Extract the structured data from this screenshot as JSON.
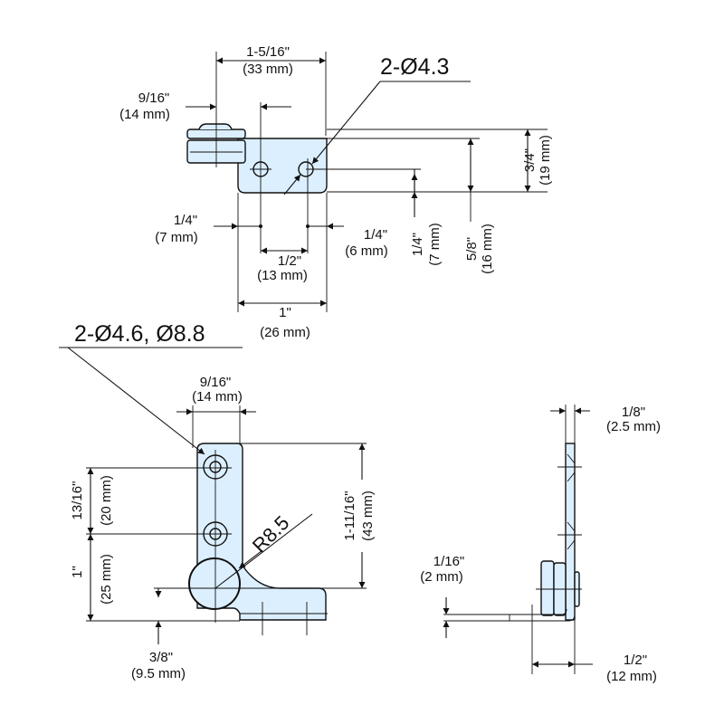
{
  "top_view": {
    "overall_width": {
      "in": "1-5/16\"",
      "mm": "(33 mm)"
    },
    "clamp_offset": {
      "in": "9/16\"",
      "mm": "(14 mm)"
    },
    "hole_callout": "2-Ø4.3",
    "left_edge": {
      "in": "1/4\"",
      "mm": "(7 mm)"
    },
    "right_edge": {
      "in": "1/4\"",
      "mm": "(6 mm)"
    },
    "hole_spacing": {
      "in": "1/2\"",
      "mm": "(13 mm)"
    },
    "plate_width": {
      "in": "1\"",
      "mm": "(26 mm)"
    },
    "hole_to_edge": {
      "in": "1/4\"",
      "mm": "(7 mm)"
    },
    "plate_depth": {
      "in": "5/8\"",
      "mm": "(16 mm)"
    },
    "total_depth": {
      "in": "3/4\"",
      "mm": "(19 mm)"
    }
  },
  "front_view": {
    "hole_callout": "2-Ø4.6, Ø8.8",
    "plate_width": {
      "in": "9/16\"",
      "mm": "(14 mm)"
    },
    "hole_spacing": {
      "in": "13/16\"",
      "mm": "(20 mm)"
    },
    "hole_to_bottom": {
      "in": "1\"",
      "mm": "(25 mm)"
    },
    "height": {
      "in": "1-11/16\"",
      "mm": "(43 mm)"
    },
    "radius": "R8.5",
    "pivot_offset": {
      "in": "3/8\"",
      "mm": "(9.5 mm)"
    }
  },
  "side_view": {
    "thickness": {
      "in": "1/8\"",
      "mm": "(2.5 mm)"
    },
    "gap": {
      "in": "1/16\"",
      "mm": "(2 mm)"
    },
    "depth": {
      "in": "1/2\"",
      "mm": "(12 mm)"
    }
  },
  "colors": {
    "part_fill": "#dcefff",
    "line": "#111111"
  }
}
